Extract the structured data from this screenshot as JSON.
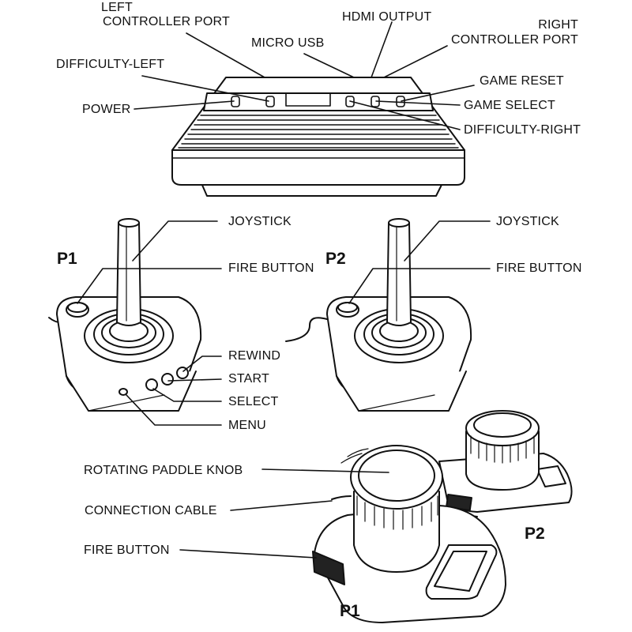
{
  "diagram": {
    "console_labels": {
      "left_controller_port_1": "LEFT",
      "left_controller_port_2": "CONTROLLER PORT",
      "hdmi_output": "HDMI OUTPUT",
      "right_controller_port_1": "RIGHT",
      "right_controller_port_2": "CONTROLLER PORT",
      "micro_usb": "MICRO USB",
      "difficulty_left": "DIFFICULTY-LEFT",
      "game_reset": "GAME RESET",
      "power": "POWER",
      "game_select": "GAME SELECT",
      "difficulty_right": "DIFFICULTY-RIGHT"
    },
    "joystick_p1": {
      "tag": "P1",
      "joystick": "JOYSTICK",
      "fire_button": "FIRE BUTTON",
      "rewind": "REWIND",
      "start": "START",
      "select": "SELECT",
      "menu": "MENU"
    },
    "joystick_p2": {
      "tag": "P2",
      "joystick": "JOYSTICK",
      "fire_button": "FIRE BUTTON"
    },
    "paddles": {
      "rotating_paddle_knob": "ROTATING PADDLE KNOB",
      "connection_cable": "CONNECTION CABLE",
      "fire_button": "FIRE BUTTON",
      "tag_p1": "P1",
      "tag_p2": "P2"
    },
    "colors": {
      "line": "#111111",
      "background": "#ffffff",
      "accent_fill": "#222222"
    }
  }
}
